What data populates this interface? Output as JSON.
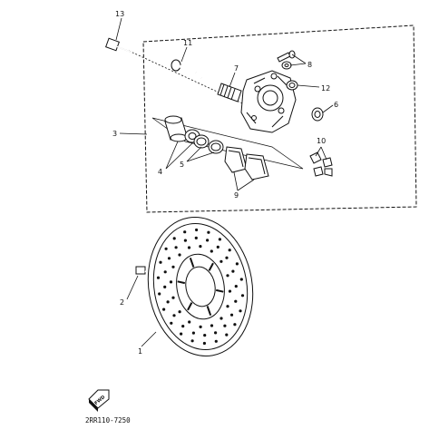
{
  "callouts": {
    "n1": "1",
    "n2": "2",
    "n3": "3",
    "n4": "4",
    "n5": "5",
    "n6": "6",
    "n7": "7",
    "n8": "8",
    "n9": "9",
    "n10": "10",
    "n11": "11",
    "n12": "12",
    "n13": "13"
  },
  "fwd_label": "FWD",
  "drawing_code": "2RR110-7250",
  "ink_color": "#111111"
}
